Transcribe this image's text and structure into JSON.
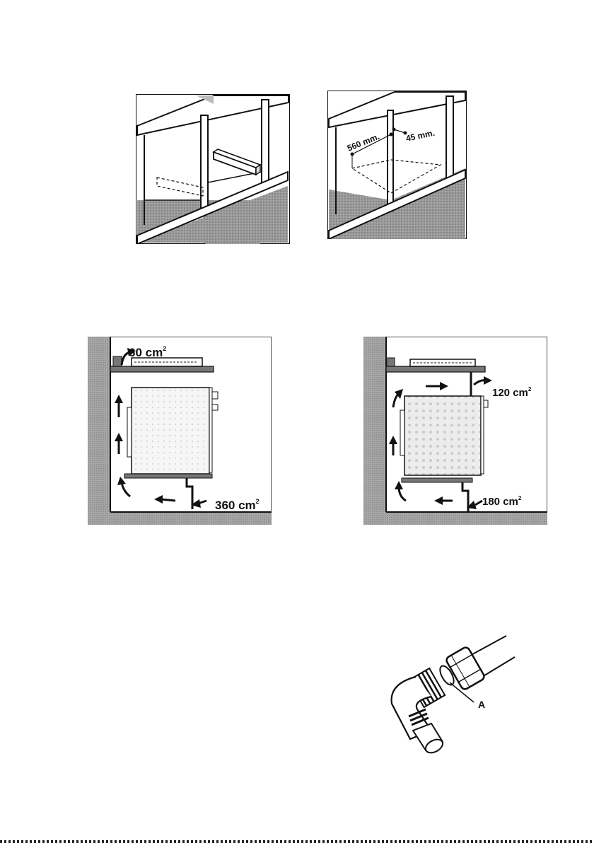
{
  "figures": {
    "fig1": {
      "description_id": "cabinet-support-battens"
    },
    "fig2": {
      "dim_depth": "560 mm.",
      "dim_gap": "45 mm."
    },
    "fig3": {
      "top_vent": "60 cm",
      "bottom_vent": "360 cm",
      "unit_exp": "2"
    },
    "fig4": {
      "side_vent": "120 cm",
      "bottom_vent": "180 cm",
      "unit_exp": "2"
    },
    "fig5": {
      "part_label": "A"
    }
  },
  "colors": {
    "ink": "#111111",
    "hatch": "#8a8a8a",
    "wall": "#b5b5b5",
    "paper": "#ffffff"
  }
}
